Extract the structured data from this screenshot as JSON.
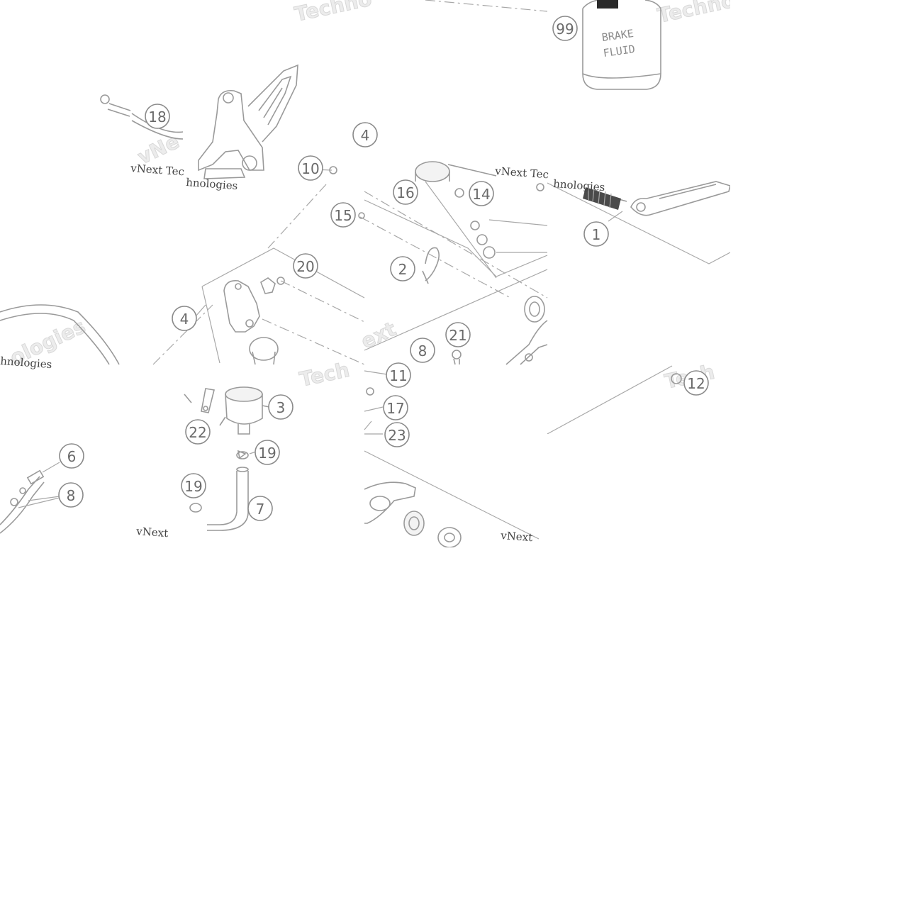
{
  "callouts": [
    {
      "label": "99"
    },
    {
      "label": "18"
    },
    {
      "label": "10"
    },
    {
      "label": "16"
    },
    {
      "label": "14"
    },
    {
      "label": "15"
    },
    {
      "label": "1"
    },
    {
      "label": "20"
    },
    {
      "label": "2"
    },
    {
      "label": "4"
    },
    {
      "label": "4"
    },
    {
      "label": "21"
    },
    {
      "label": "8"
    },
    {
      "label": "11"
    },
    {
      "label": "3"
    },
    {
      "label": "17"
    },
    {
      "label": "22"
    },
    {
      "label": "23"
    },
    {
      "label": "19"
    },
    {
      "label": "12"
    },
    {
      "label": "6"
    },
    {
      "label": "8"
    },
    {
      "label": "19"
    },
    {
      "label": "7"
    }
  ],
  "brake_fluid_can": {
    "line1": "BRAKE",
    "line2": "FLUID"
  },
  "watermarks": {
    "text_a": "vNext Tec",
    "text_b": "hnologies",
    "text_c": "vNext Tec",
    "text_d": "hnologies",
    "text_e": "hnologies",
    "text_f": "vNext",
    "text_g": "vNext",
    "text_big_1": "Techno",
    "text_big_2": "Technol",
    "text_big_3": "ext",
    "text_big_4": "Tech",
    "text_big_5": "Tech",
    "text_big_6": "ologies",
    "text_big_7": "vNe"
  }
}
